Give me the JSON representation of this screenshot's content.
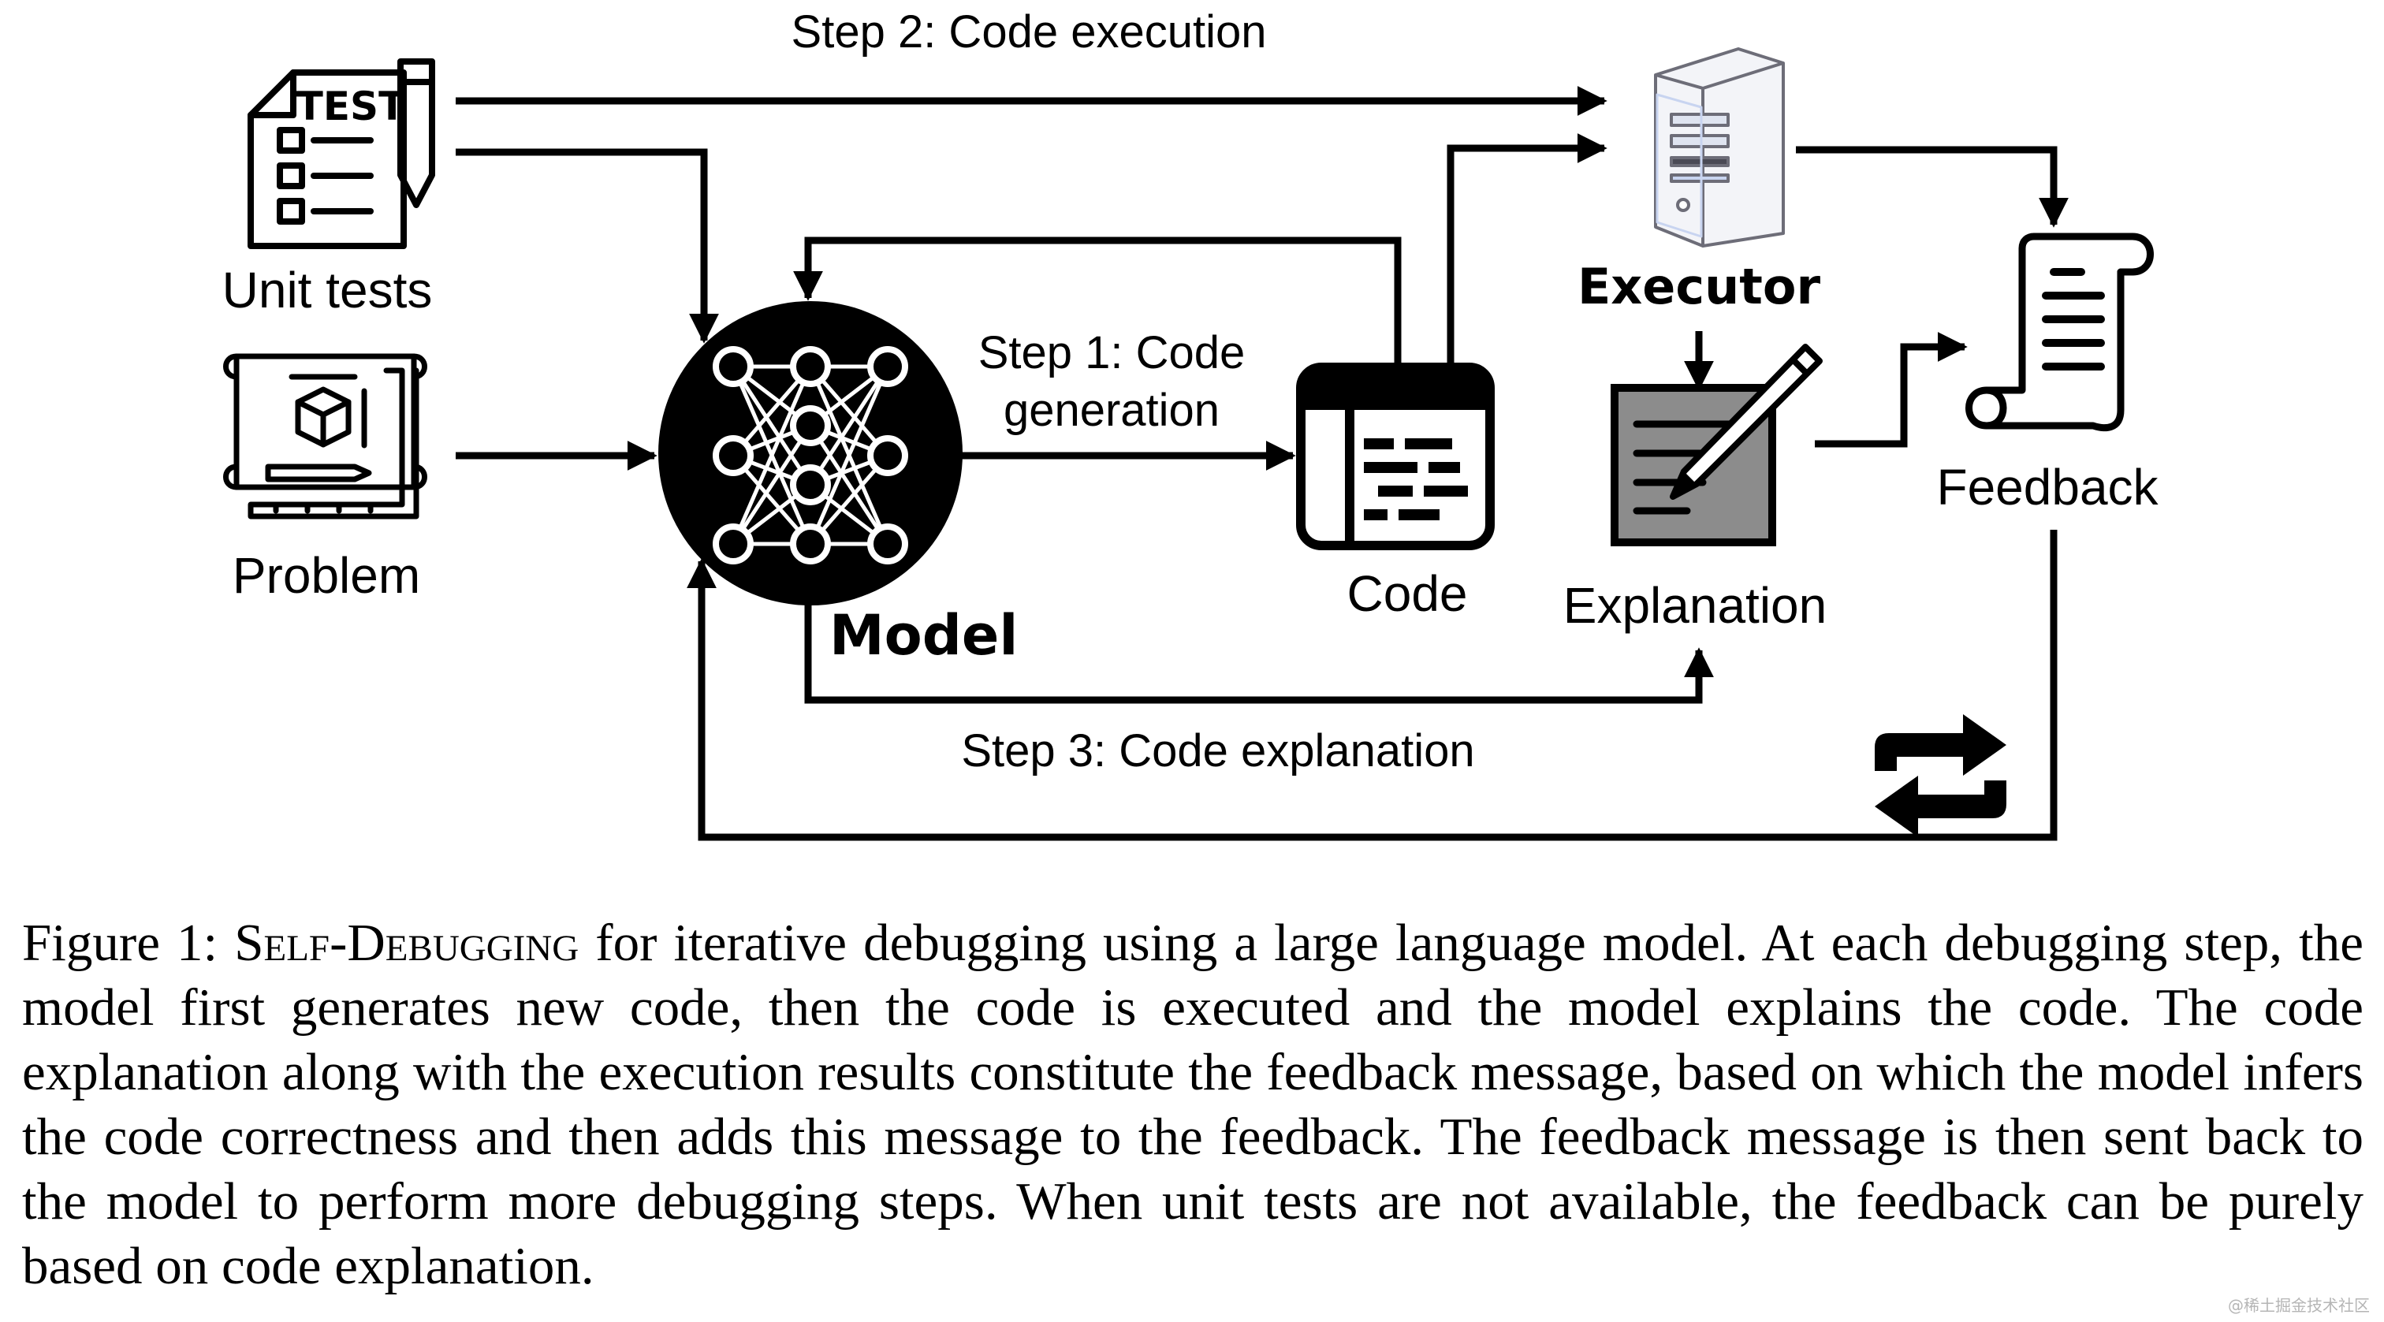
{
  "diagram": {
    "labels": {
      "step2": "Step 2: Code execution",
      "unit_tests": "Unit tests",
      "problem": "Problem",
      "step1_line1": "Step 1: Code",
      "step1_line2": "generation",
      "model": "Model",
      "code": "Code",
      "executor": "Executor",
      "explanation": "Explanation",
      "feedback": "Feedback",
      "step3": "Step 3: Code explanation"
    },
    "icons": {
      "unit_tests": "test-sheet-icon",
      "test_badge": "TEST",
      "problem": "blueprint-icon",
      "model": "neural-network-icon",
      "code": "code-window-icon",
      "executor": "server-tower-icon",
      "explanation": "notepad-pen-icon",
      "feedback": "scroll-icon",
      "loop": "repeat-icon"
    },
    "colors": {
      "ink": "#000000",
      "explanation_pad": "#8c8c8c",
      "server_body": "#eef0f6",
      "server_accent": "#c8d4f0"
    }
  },
  "caption": {
    "figure_label": "Figure 1:",
    "method_name": "Self-Debugging",
    "text": "for iterative debugging using a large language model. At each debugging step, the model first generates new code, then the code is executed and the model explains the code. The code explanation along with the execution results constitute the feedback message, based on which the model infers the code correctness and then adds this message to the feedback. The feedback message is then sent back to the model to perform more debugging steps. When unit tests are not available, the feedback can be purely based on code explanation."
  },
  "watermark": "@稀土掘金技术社区"
}
